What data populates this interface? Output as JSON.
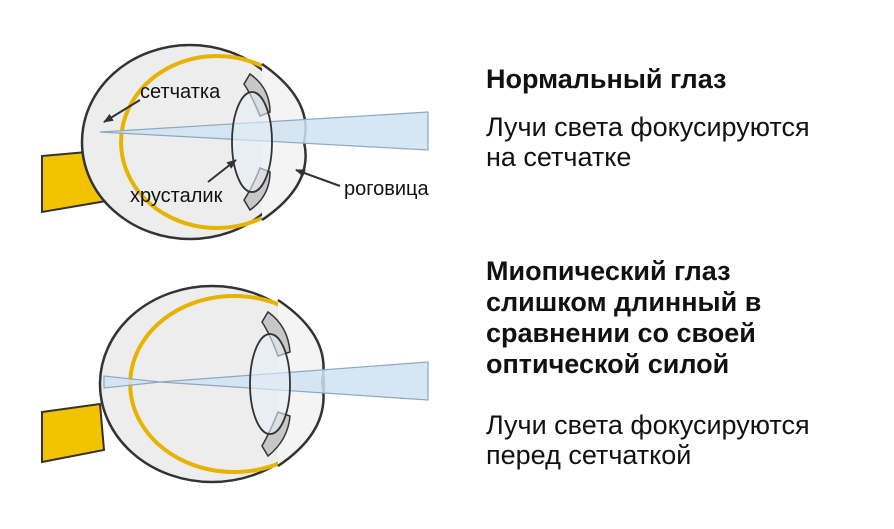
{
  "colors": {
    "sclera": "#333333",
    "retina": "#e6b400",
    "nerve": "#f2c300",
    "eyeball_fill": "#ededed",
    "light_beam": "#cfe3f1",
    "beam_stroke": "#8aa8c2",
    "lens_fill": "#e4eef6",
    "iris_fill": "#c7c7c7"
  },
  "normal": {
    "title": "Нормальный глаз",
    "description": [
      "Лучи света фокусируются",
      "на сетчатке"
    ],
    "labels": {
      "retina": "сетчатка",
      "lens": "хрусталик",
      "cornea": "роговица"
    }
  },
  "myopic": {
    "title": [
      "Миопический глаз",
      "слишком длинный в",
      "сравнении со своей",
      "оптической силой"
    ],
    "description": [
      "Лучи света фокусируются",
      "перед сетчаткой"
    ]
  }
}
